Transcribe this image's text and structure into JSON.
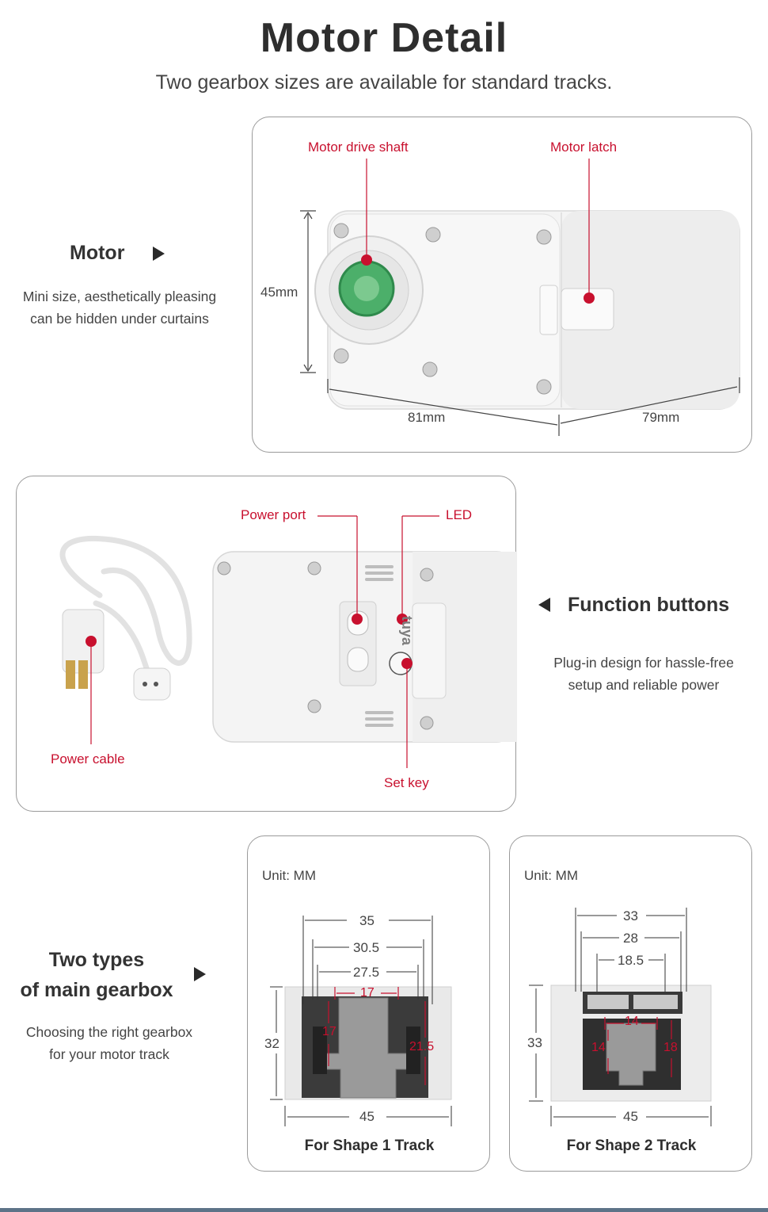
{
  "header": {
    "title": "Motor Detail",
    "subtitle": "Two gearbox sizes are available for standard tracks."
  },
  "motor_section": {
    "heading": "Motor",
    "description_line1": "Mini size, aesthetically pleasing",
    "description_line2": "can be hidden under curtains",
    "labels": {
      "drive_shaft": "Motor drive shaft",
      "latch": "Motor latch"
    },
    "dimensions": {
      "height": "45mm",
      "width": "81mm",
      "depth": "79mm"
    }
  },
  "function_section": {
    "heading": "Function buttons",
    "description_line1": "Plug-in design for hassle-free",
    "description_line2": "setup and reliable power",
    "labels": {
      "power_port": "Power port",
      "led": "LED",
      "power_cable": "Power cable",
      "set_key": "Set key"
    },
    "brand_mark": "tuya"
  },
  "gearbox_section": {
    "heading_line1": "Two types",
    "heading_line2": "of main gearbox",
    "description_line1": "Choosing the right gearbox",
    "description_line2": "for your motor track",
    "shape1": {
      "unit": "Unit: MM",
      "widths": [
        "35",
        "30.5",
        "27.5",
        "17"
      ],
      "height": "32",
      "inner_left": "17",
      "inner_right": "21.5",
      "bottom": "45",
      "caption": "For Shape 1 Track"
    },
    "shape2": {
      "unit": "Unit: MM",
      "widths": [
        "33",
        "28",
        "18.5",
        "14"
      ],
      "height": "33",
      "inner_left": "14",
      "inner_right": "18",
      "bottom": "45",
      "caption": "For Shape 2 Track"
    }
  },
  "colors": {
    "accent_red": "#c8102e",
    "card_border": "#9a9a9a",
    "shaft_green": "#4caf6a",
    "bottom_bar": "#5d7388"
  }
}
